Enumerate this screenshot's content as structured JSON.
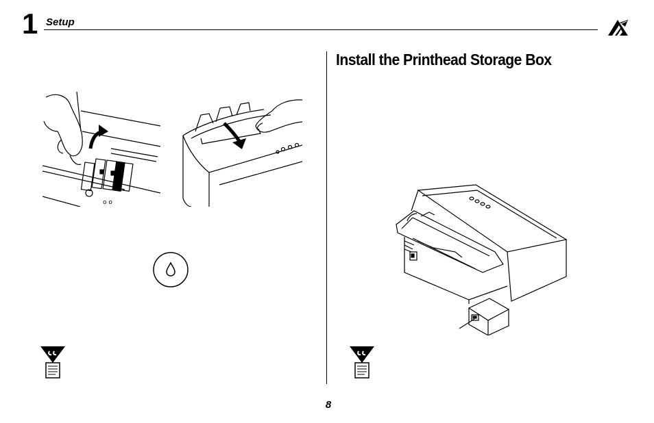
{
  "header": {
    "chapter_number": "1",
    "section_label": "Setup"
  },
  "right_column": {
    "title": "Install the Printhead Storage Box"
  },
  "icons": {
    "corner_logo": "brand-logo-icon",
    "ink_drop_button": "ink-drop-icon",
    "note_left": "note-icon",
    "note_right": "note-icon"
  },
  "footer": {
    "page_number": "8"
  }
}
